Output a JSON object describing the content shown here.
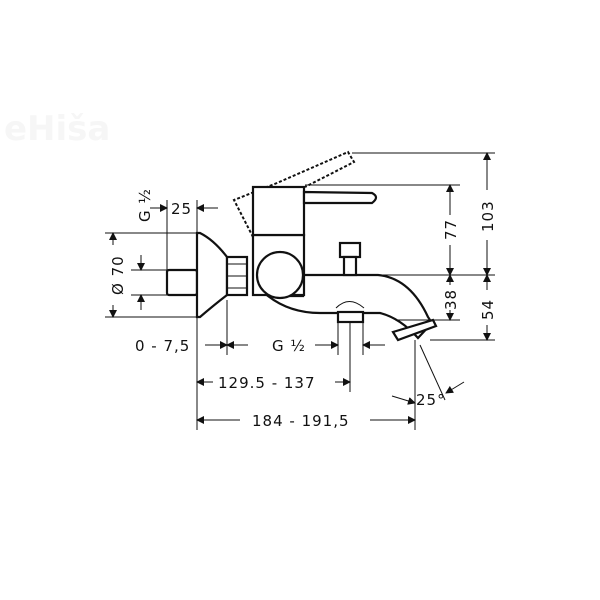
{
  "watermark": "eHiša",
  "dimensions": {
    "inlet_thread": "G ½",
    "offset_25": "25",
    "diameter": "Ø 70",
    "height_103": "103",
    "height_77": "77",
    "height_38": "38",
    "height_54": "54",
    "adjust": "0 - 7,5",
    "outlet_thread": "G ½",
    "span_center": "129.5 - 137",
    "span_total": "184 - 191,5",
    "angle": "25°"
  }
}
